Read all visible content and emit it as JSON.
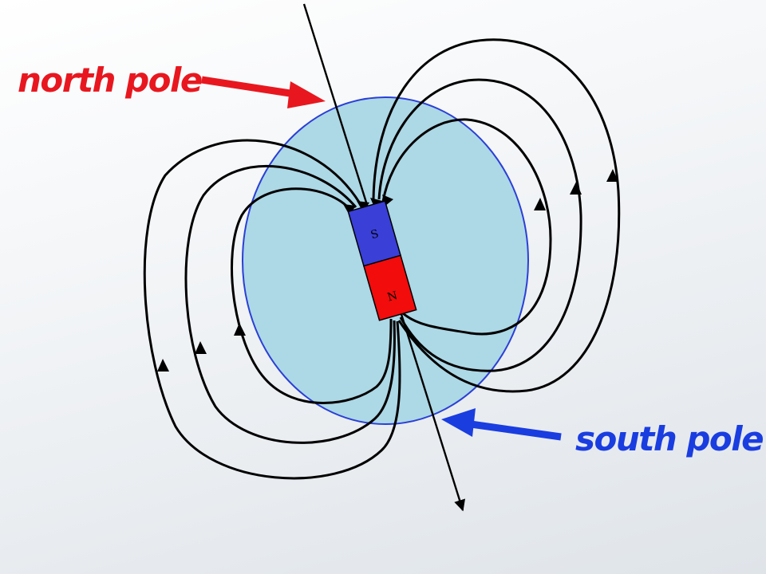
{
  "labels": {
    "north_callout": "north pole",
    "south_callout": "south pole",
    "magnet_top_letter": "S",
    "magnet_bottom_letter": "N"
  },
  "colors": {
    "earth_fill": "#add8e6",
    "earth_outline": "#2b3fd6",
    "north_callout": "#e8171f",
    "south_callout": "#1a3de0",
    "magnet_south_half": "#3a3fd8",
    "magnet_north_half": "#f20c0c",
    "field_lines": "#000000"
  },
  "icons": [
    "field-direction-arrowhead",
    "callout-arrow"
  ]
}
